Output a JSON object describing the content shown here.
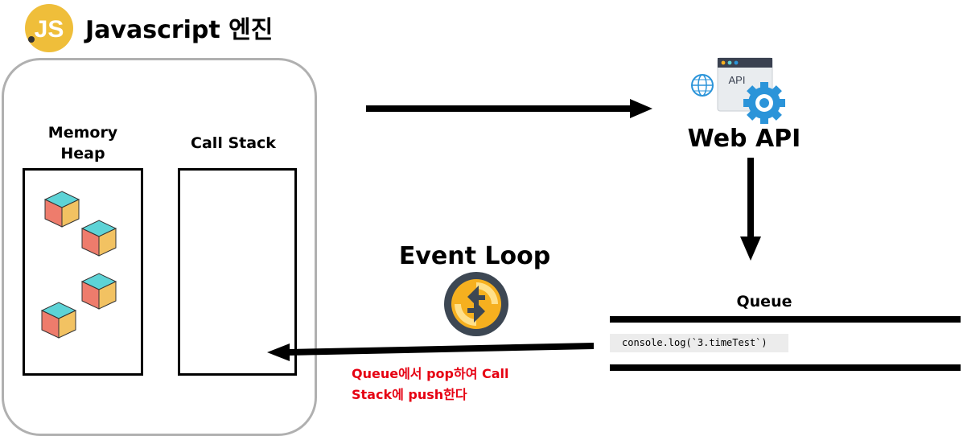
{
  "header": {
    "title": "Javascript 엔진",
    "logo_text": "JS"
  },
  "engine": {
    "memory_heap_label": "Memory Heap",
    "call_stack_label": "Call Stack"
  },
  "web_api": {
    "title": "Web API",
    "icon_text": "API"
  },
  "event_loop": {
    "title": "Event Loop"
  },
  "queue": {
    "label": "Queue",
    "items": [
      "console.log(`3.timeTest`)"
    ]
  },
  "note": {
    "text": "Queue에서 pop하여 Call Stack에 push한다"
  },
  "colors": {
    "js_yellow": "#efbe3a",
    "note_red": "#e60012",
    "cube_top": "#5dd3d6",
    "cube_left": "#ee7c6c",
    "cube_right": "#f2c262",
    "gear_blue": "#2b94d9",
    "loop_orange": "#f6b01f"
  }
}
